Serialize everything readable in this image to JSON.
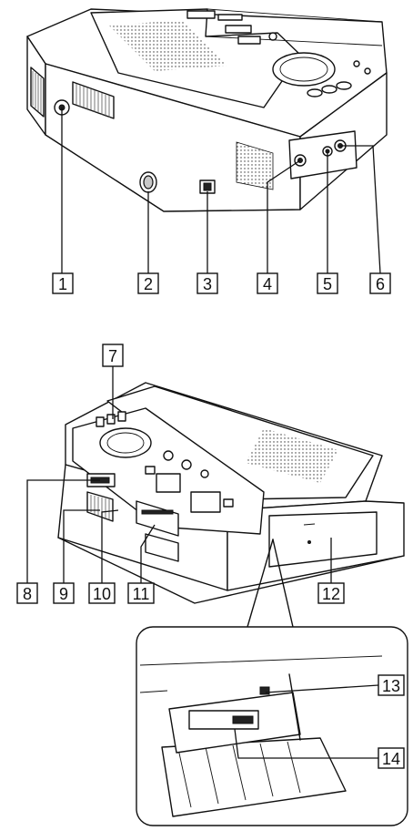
{
  "figure": {
    "callouts": [
      {
        "id": "1",
        "label": "1"
      },
      {
        "id": "2",
        "label": "2"
      },
      {
        "id": "3",
        "label": "3"
      },
      {
        "id": "4",
        "label": "4"
      },
      {
        "id": "5",
        "label": "5"
      },
      {
        "id": "6",
        "label": "6"
      },
      {
        "id": "7",
        "label": "7"
      },
      {
        "id": "8",
        "label": "8"
      },
      {
        "id": "9",
        "label": "9"
      },
      {
        "id": "10",
        "label": "10"
      },
      {
        "id": "11",
        "label": "11"
      },
      {
        "id": "12",
        "label": "12"
      },
      {
        "id": "13",
        "label": "13"
      },
      {
        "id": "14",
        "label": "14"
      }
    ]
  }
}
